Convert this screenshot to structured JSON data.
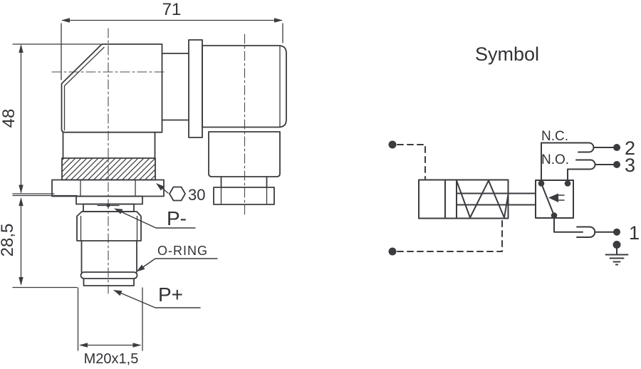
{
  "drawing": {
    "dim_width": "71",
    "dim_height": "48",
    "dim_lower": "28,5",
    "dim_thread": "M20x1,5",
    "hex_size": "30",
    "port_minus_label": "P-",
    "port_plus_label": "P+",
    "oring_label": "O-RING"
  },
  "symbol": {
    "title": "Symbol",
    "nc_label": "N.C.",
    "no_label": "N.O.",
    "terminal_top": "2",
    "terminal_mid": "3",
    "terminal_bottom": "1"
  },
  "colors": {
    "line": "#3b3b40",
    "text": "#323237",
    "accent_red": "#e5232b"
  }
}
